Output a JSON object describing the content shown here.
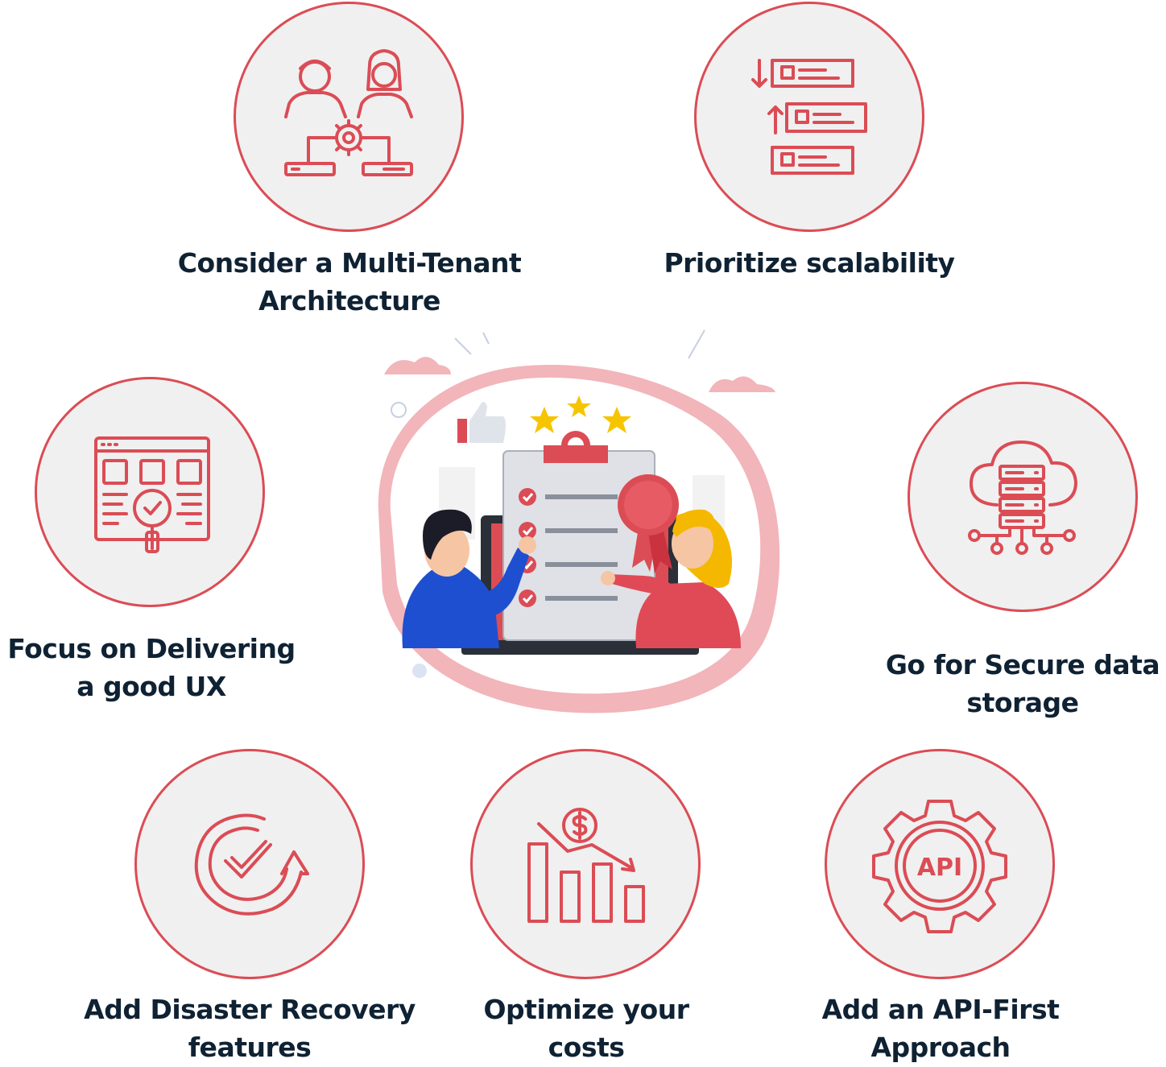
{
  "accent_color": "#db4c55",
  "text_color": "#0f2233",
  "circle_fill": "#f0f0f0",
  "nodes": {
    "multi_tenant": {
      "icon": "team-collaboration-icon",
      "line1": "Consider a Multi-Tenant",
      "line2": "Architecture"
    },
    "scalability": {
      "icon": "sort-list-icon",
      "line1": "Prioritize scalability"
    },
    "ux": {
      "icon": "ux-inspection-icon",
      "line1": "Focus on Delivering",
      "line2": "a good UX"
    },
    "secure_storage": {
      "icon": "cloud-server-icon",
      "line1": "Go for Secure data",
      "line2": "storage"
    },
    "disaster_recovery": {
      "icon": "recovery-check-icon",
      "line1": "Add Disaster Recovery",
      "line2": "features"
    },
    "costs": {
      "icon": "cost-reduction-icon",
      "line1": "Optimize your",
      "line2": "costs"
    },
    "api_first": {
      "icon": "api-gear-icon",
      "line1": "Add an API-First",
      "line2": "Approach",
      "badge": "API"
    }
  }
}
